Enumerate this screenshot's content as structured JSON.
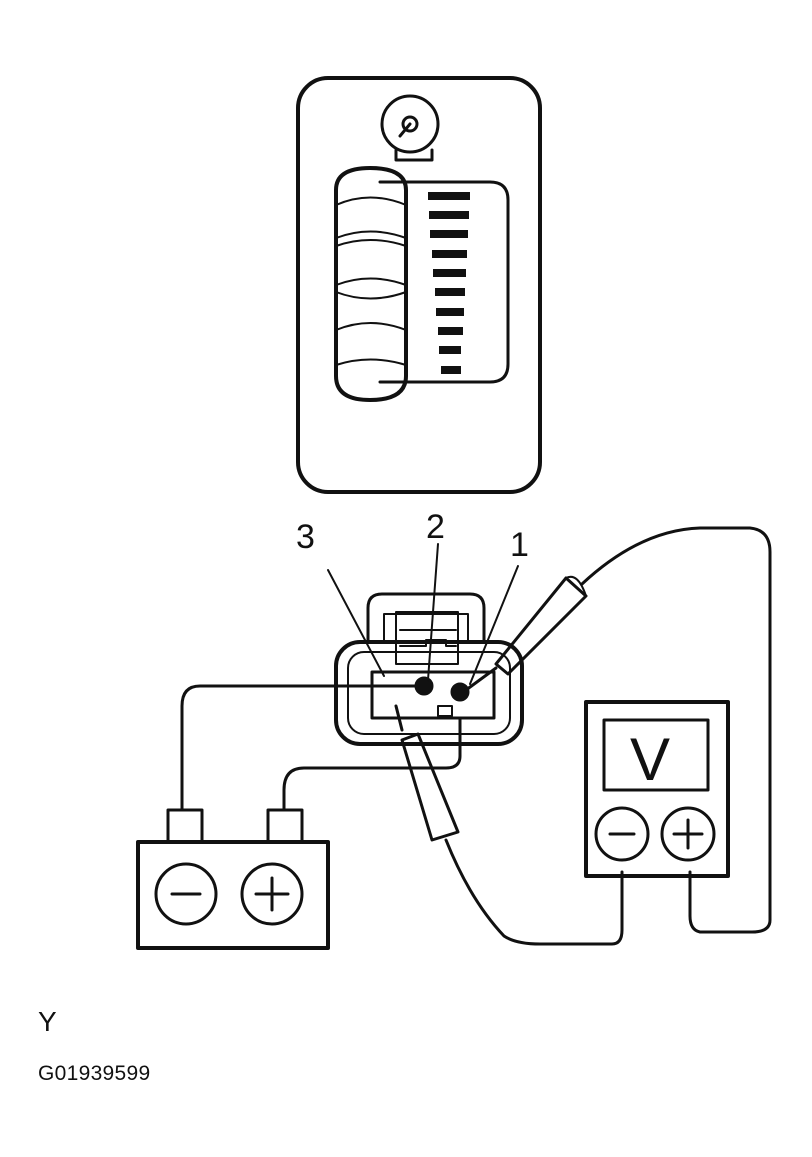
{
  "callouts": {
    "terminal_1": "1",
    "terminal_2": "2",
    "terminal_3": "3"
  },
  "voltmeter": {
    "symbol": "V",
    "neg_icon": "minus-sign-icon",
    "pos_icon": "plus-sign-icon"
  },
  "battery": {
    "neg_icon": "minus-sign-icon",
    "pos_icon": "plus-sign-icon"
  },
  "footer": {
    "letter": "Y",
    "code": "G01939599"
  },
  "colors": {
    "ink": "#111111",
    "background": "#ffffff"
  }
}
